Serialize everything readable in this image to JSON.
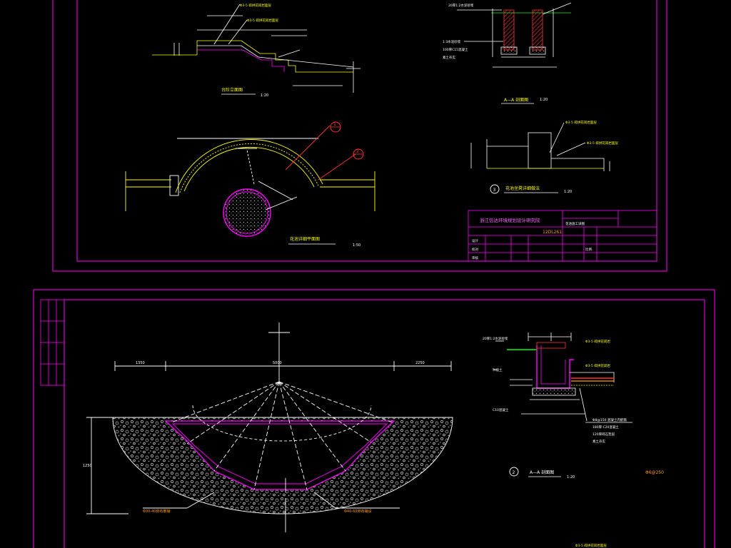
{
  "colors": {
    "background": "#000000",
    "frame": "#ff00ff",
    "line_white": "#ffffff",
    "line_yellow": "#ffff00",
    "line_red": "#ff0000",
    "line_green": "#00ff00",
    "line_orange": "#ff9900",
    "hatch_gray": "#aaaaaa"
  },
  "sheet1": {
    "coping_elevation_label": "台阶立面图",
    "coping_elevation_scale": "1:20",
    "section_aa_label": "A—A 剖面图",
    "section_aa_scale": "1:20",
    "plan_label": "花池详细平面图",
    "plan_scale": "1:50",
    "detail_label": "花池坐凳详细做法",
    "detail_scale": "1:20",
    "detail_marker": "3",
    "callout_1": "1",
    "callout_2": "2",
    "stone_note": "Φ3-5 碎拼花岗岩面层",
    "note_a": "20厚1:2水泥砂浆",
    "note_b": "1:3水泥砂浆",
    "note_c": "100厚C15混凝土",
    "note_d": "素土夯实",
    "title_block": {
      "company": "浙江信达环境规划设计研究院",
      "project": "花池施工详图",
      "drawing_no": "12DL261",
      "design_label": "设计",
      "check_label": "校对",
      "approve_label": "审核",
      "scale_label": "比例"
    }
  },
  "sheet2": {
    "section_label": "A—A 剖面图",
    "section_scale": "1:20",
    "section_marker": "2",
    "dim_left": "1350",
    "dim_center": "5000",
    "dim_right": "2250",
    "dim_height": "1250",
    "note_pebble_left": "Φ30-40卵石散铺",
    "note_pebble_right": "Φ40-60卵石铺设",
    "note_stone": "Φ3-5 碎拼花岗岩",
    "note_cap": "20厚1:2水泥砂浆",
    "note_soil": "种植土",
    "note_base": "C10混凝土",
    "note_rebar": "Φ6@250",
    "note_layers": [
      "Φ8@150 混凝土内配筋",
      "180厚 C20混凝土",
      "120厚碎石垫层",
      "素土夯实"
    ],
    "bottom_note": "Φ3-5 碎拼花岗岩面层"
  }
}
